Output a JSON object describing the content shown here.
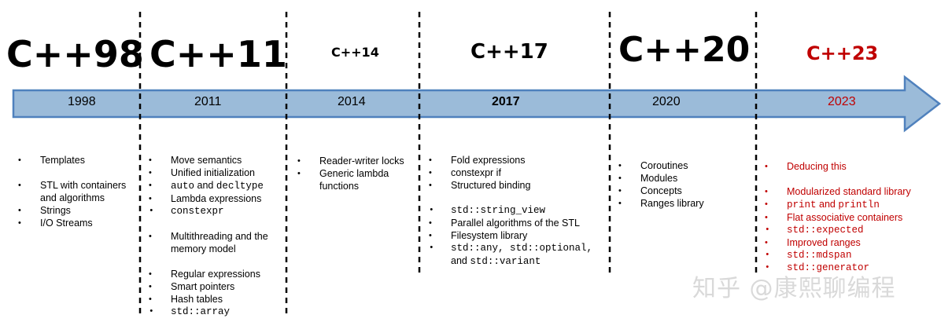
{
  "versions": [
    {
      "label": "C++98",
      "year": "1998"
    },
    {
      "label": "C++11",
      "year": "2011"
    },
    {
      "label": "C++14",
      "year": "2014"
    },
    {
      "label": "C++17",
      "year": "2017"
    },
    {
      "label": "C++20",
      "year": "2020"
    },
    {
      "label": "C++23",
      "year": "2023"
    }
  ],
  "features": {
    "cpp98": [
      "Templates",
      "STL with containers",
      "and algorithms",
      "Strings",
      "I/O Streams"
    ],
    "cpp11": [
      "Move semantics",
      "Unified initialization",
      "auto",
      "and",
      "decltype",
      "Lambda expressions",
      "constexpr",
      "Multithreading and the",
      "memory model",
      "Regular expressions",
      "Smart pointers",
      "Hash tables",
      "std::array"
    ],
    "cpp14": [
      "Reader-writer  locks",
      "Generic lambda",
      "functions"
    ],
    "cpp17": [
      "Fold expressions",
      "constexpr if",
      "Structured binding",
      "std::string_view",
      "Parallel algorithms of the STL",
      "Filesystem library",
      "std::any, std::optional,",
      "and",
      "std::variant"
    ],
    "cpp20": [
      "Coroutines",
      "Modules",
      "Concepts",
      "Ranges library"
    ],
    "cpp23": [
      "Deducing this",
      "Modularized standard library",
      "print",
      "and",
      "println",
      "Flat associative containers",
      "std::expected",
      "Improved  ranges",
      "std::mdspan",
      "std::generator"
    ]
  },
  "watermark": "知乎 @康熙聊编程",
  "colors": {
    "arrow_fill": "#9bbbd9",
    "arrow_stroke": "#4f81bd",
    "accent_red": "#c00000"
  }
}
